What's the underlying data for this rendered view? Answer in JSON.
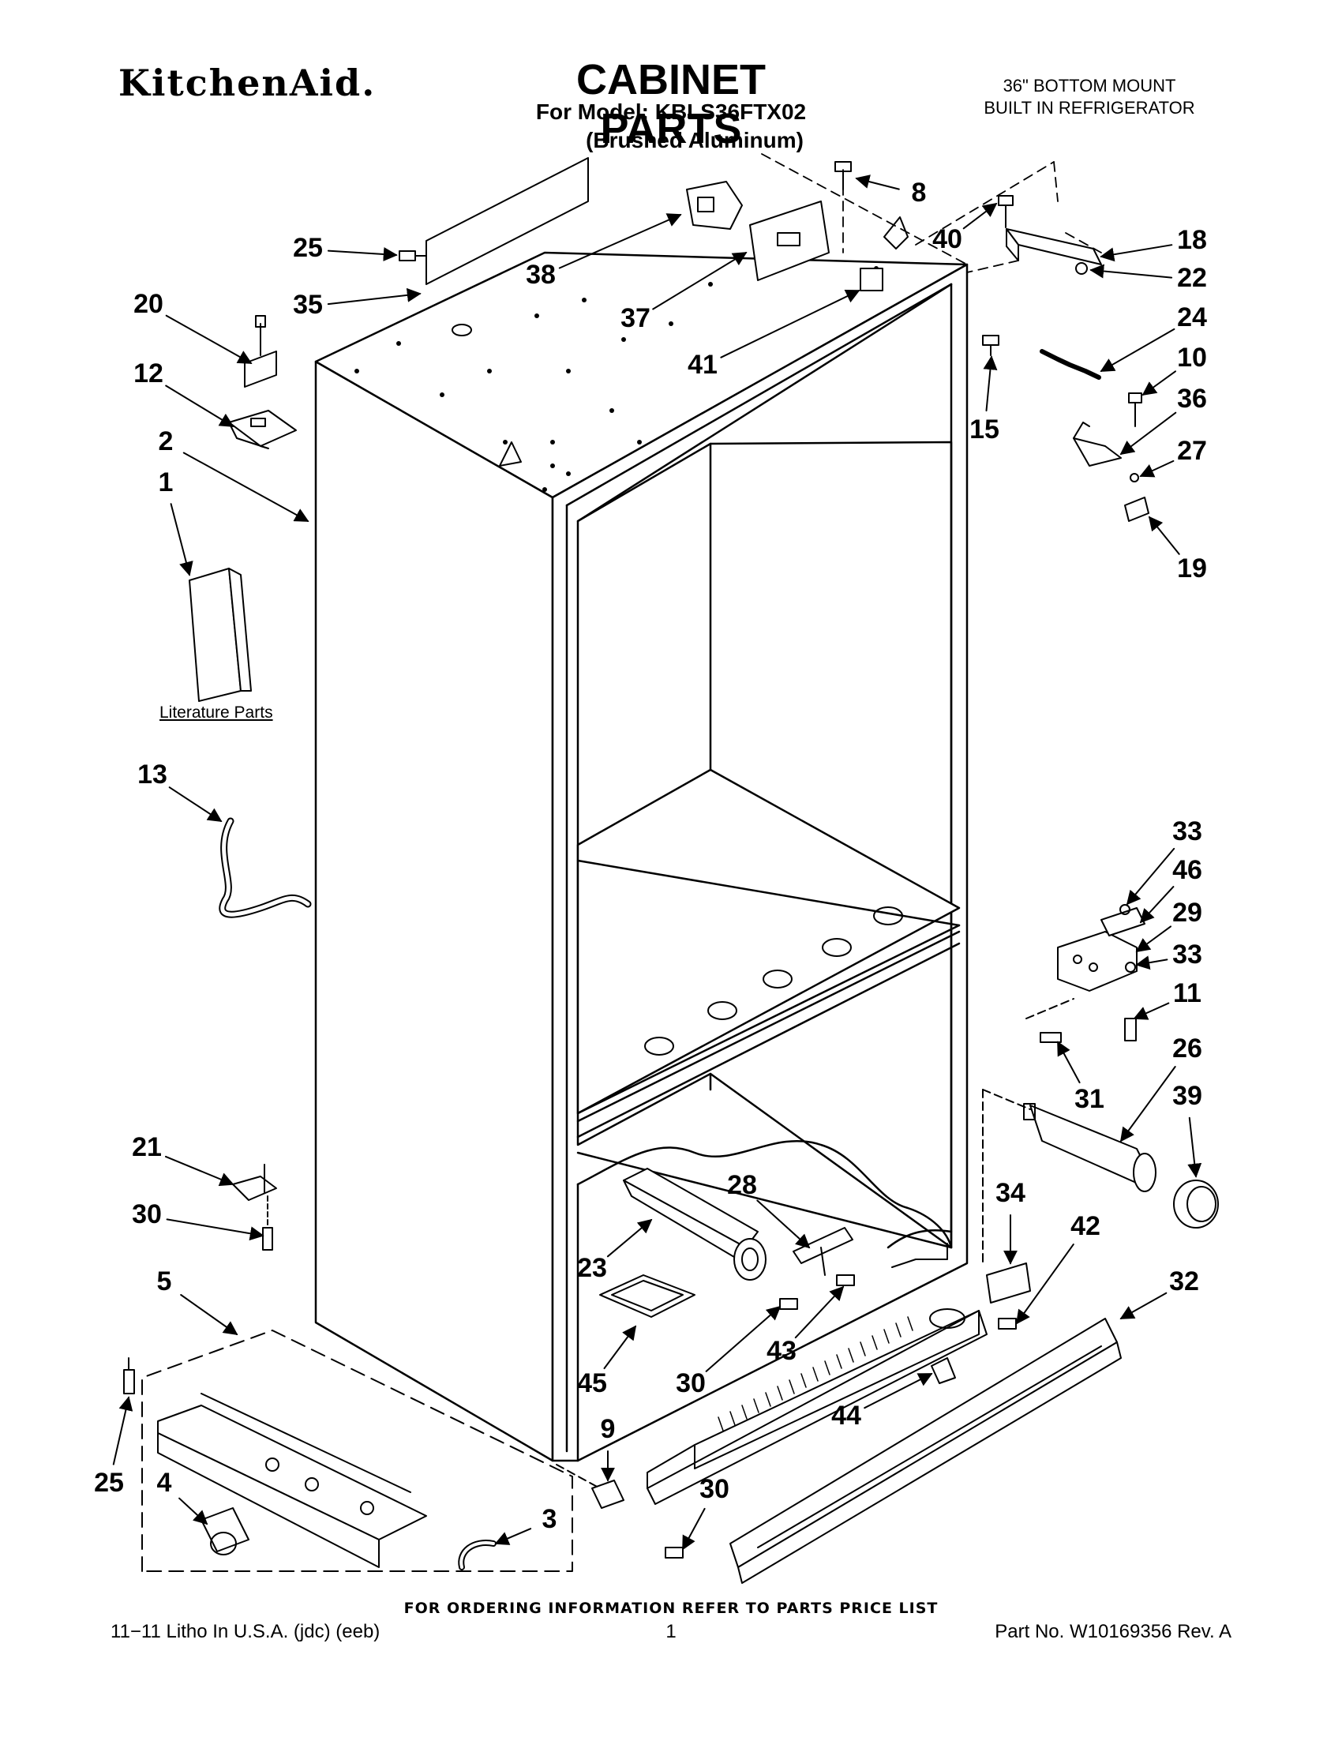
{
  "header": {
    "brand": "KitchenAid.",
    "title": "CABINET PARTS",
    "model_line": "For Model: KBLS36FTX02",
    "variant": "(Brushed Aluminum)",
    "product_line1": "36\" BOTTOM MOUNT",
    "product_line2": "BUILT IN REFRIGERATOR"
  },
  "literature_label": "Literature Parts",
  "footer": {
    "ordering_note": "FOR ORDERING INFORMATION REFER TO PARTS PRICE LIST",
    "litho": "11−11 Litho In U.S.A. (jdc) (eeb)",
    "page_number": "1",
    "part_number": "Part No. W10169356 Rev. A"
  },
  "callouts": [
    {
      "id": "c-25a",
      "label": "25"
    },
    {
      "id": "c-35",
      "label": "35"
    },
    {
      "id": "c-20",
      "label": "20"
    },
    {
      "id": "c-12",
      "label": "12"
    },
    {
      "id": "c-2",
      "label": "2"
    },
    {
      "id": "c-1",
      "label": "1"
    },
    {
      "id": "c-13",
      "label": "13"
    },
    {
      "id": "c-38",
      "label": "38"
    },
    {
      "id": "c-37",
      "label": "37"
    },
    {
      "id": "c-41",
      "label": "41"
    },
    {
      "id": "c-8",
      "label": "8"
    },
    {
      "id": "c-40",
      "label": "40"
    },
    {
      "id": "c-18",
      "label": "18"
    },
    {
      "id": "c-22",
      "label": "22"
    },
    {
      "id": "c-24",
      "label": "24"
    },
    {
      "id": "c-10",
      "label": "10"
    },
    {
      "id": "c-36",
      "label": "36"
    },
    {
      "id": "c-27",
      "label": "27"
    },
    {
      "id": "c-19",
      "label": "19"
    },
    {
      "id": "c-15",
      "label": "15"
    },
    {
      "id": "c-33a",
      "label": "33"
    },
    {
      "id": "c-46",
      "label": "46"
    },
    {
      "id": "c-29",
      "label": "29"
    },
    {
      "id": "c-33b",
      "label": "33"
    },
    {
      "id": "c-11",
      "label": "11"
    },
    {
      "id": "c-26",
      "label": "26"
    },
    {
      "id": "c-31",
      "label": "31"
    },
    {
      "id": "c-39",
      "label": "39"
    },
    {
      "id": "c-21",
      "label": "21"
    },
    {
      "id": "c-30a",
      "label": "30"
    },
    {
      "id": "c-5",
      "label": "5"
    },
    {
      "id": "c-25b",
      "label": "25"
    },
    {
      "id": "c-4",
      "label": "4"
    },
    {
      "id": "c-3",
      "label": "3"
    },
    {
      "id": "c-9",
      "label": "9"
    },
    {
      "id": "c-30d",
      "label": "30"
    },
    {
      "id": "c-28",
      "label": "28"
    },
    {
      "id": "c-23",
      "label": "23"
    },
    {
      "id": "c-45",
      "label": "45"
    },
    {
      "id": "c-30b",
      "label": "30"
    },
    {
      "id": "c-43",
      "label": "43"
    },
    {
      "id": "c-34",
      "label": "34"
    },
    {
      "id": "c-42",
      "label": "42"
    },
    {
      "id": "c-32",
      "label": "32"
    },
    {
      "id": "c-44",
      "label": "44"
    }
  ]
}
